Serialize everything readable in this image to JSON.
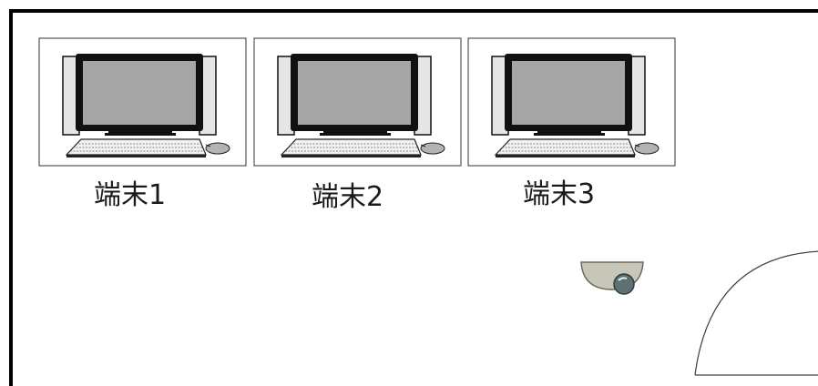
{
  "terminals": [
    {
      "label": "端末1"
    },
    {
      "label": "端末2"
    },
    {
      "label": "端末3"
    }
  ],
  "colors": {
    "wall": "#000000",
    "screen": "#a6a6a6",
    "monitor_frame": "#111111",
    "speaker": "#e6e6e6",
    "camera_body": "#c8c6b8",
    "camera_lens": "#5d7073",
    "door_line": "#404040"
  },
  "icons": {
    "terminal": "desktop-computer-icon",
    "camera": "dome-security-camera-icon",
    "door": "door-swing-arc"
  }
}
